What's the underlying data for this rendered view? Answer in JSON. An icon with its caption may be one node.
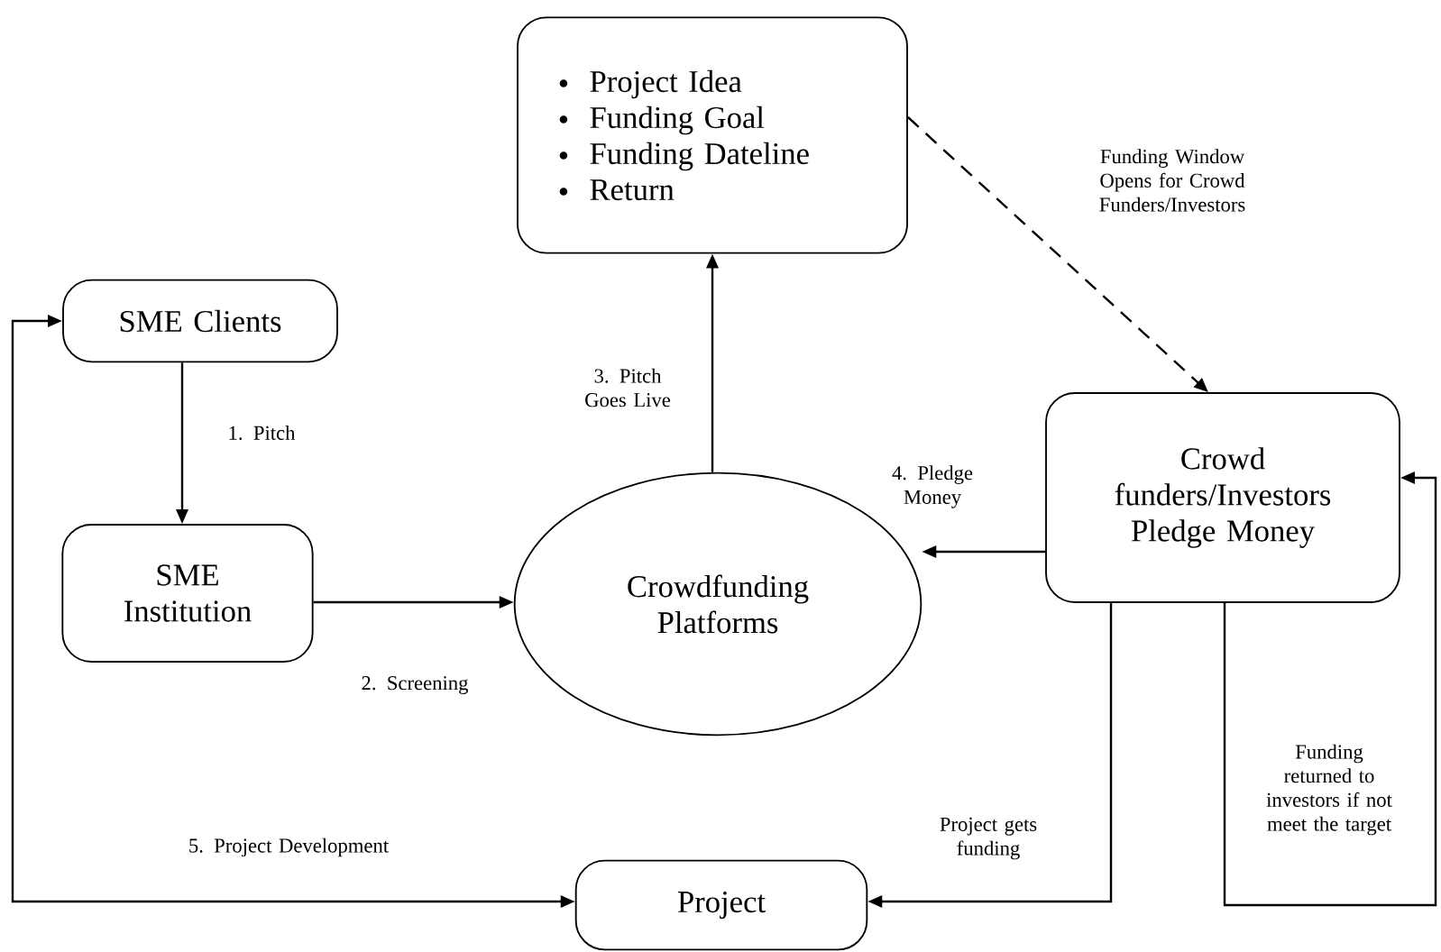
{
  "diagram": {
    "nodes": [
      {
        "text": [
          "Project Idea",
          "Funding Goal",
          "Funding Dateline",
          "Return"
        ]
      },
      {
        "text": [
          "SME Clients"
        ]
      },
      {
        "text": [
          "SME Institution"
        ]
      },
      {
        "text": [
          "Crowdfunding Platforms"
        ]
      },
      {
        "text": [
          "Crowd funders/Investors Pledge Money"
        ]
      },
      {
        "text": [
          "Project"
        ]
      }
    ],
    "edges": [
      {
        "from": 1,
        "to": 2,
        "arrow": "to",
        "label": "1. Pitch"
      },
      {
        "from": 2,
        "to": 3,
        "arrow": "to",
        "label": "2. Screening"
      },
      {
        "from": 3,
        "to": 0,
        "arrow": "to",
        "label": "3. Pitch Goes Live"
      },
      {
        "from": 0,
        "to": 4,
        "arrow": "to",
        "style": "dashed",
        "label": "Funding Window Opens for Crowd Funders/Investors"
      },
      {
        "from": 4,
        "to": 3,
        "arrow": "to",
        "label": "4. Pledge Money"
      },
      {
        "from": 4,
        "to": 5,
        "arrow": "to",
        "label": "Project gets funding"
      },
      {
        "from": 4,
        "to": 4,
        "arrow": "to",
        "label": "Funding returned to investors if not meet the target"
      },
      {
        "from": 5,
        "to": 1,
        "arrow": "both",
        "label": "5. Project Development"
      }
    ]
  }
}
